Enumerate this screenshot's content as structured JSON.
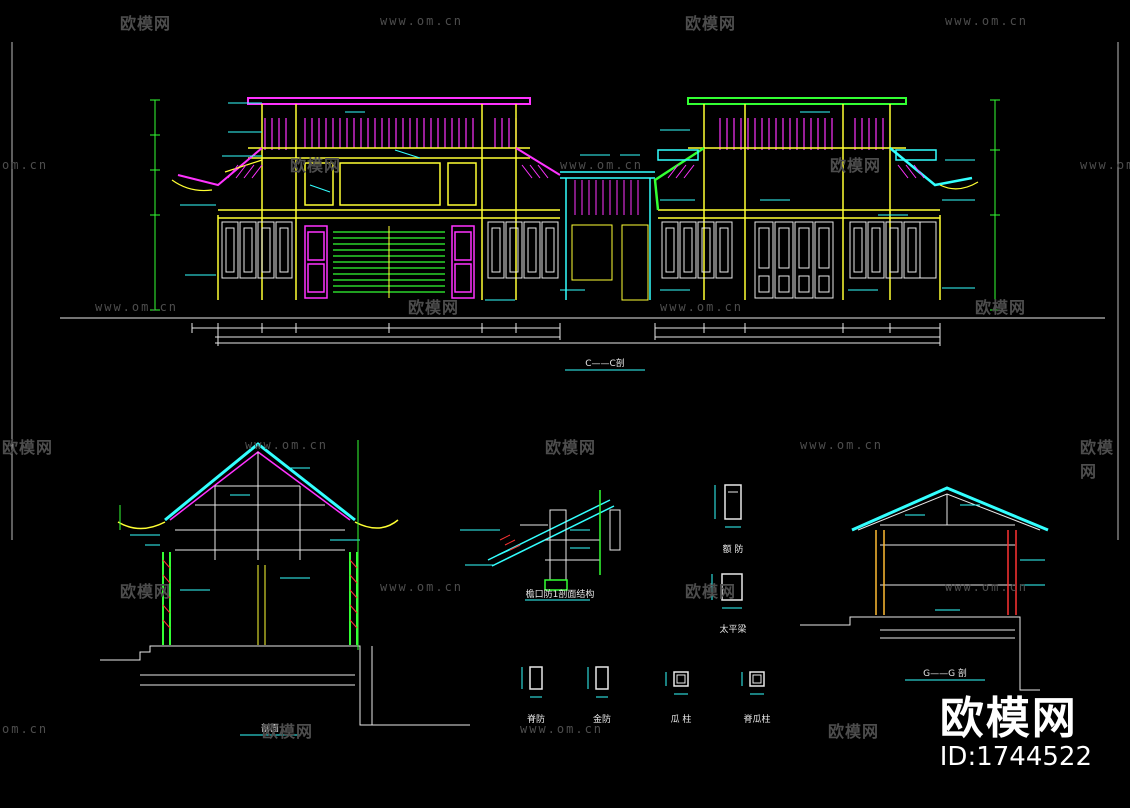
{
  "watermark": {
    "brand": "欧模网",
    "url": "www.om.cn",
    "url_short": "om.cn"
  },
  "brand": {
    "name": "欧模网",
    "id": "ID:1744522"
  },
  "drawing_titles": {
    "section_cc": "C——C剖",
    "section_gg": "G——G 剖",
    "section_side": "剖面",
    "detail_eave": "檐口防1剖面结构",
    "part_e_fang": "额 防",
    "part_taiping": "太平梁",
    "part_ji_fang": "脊防",
    "part_jin_fang": "金防",
    "part_gua_zhu": "瓜 柱",
    "part_ji_gua_zhu": "脊瓜柱"
  },
  "colors": {
    "magenta": "#ff33ff",
    "cyan": "#33ffff",
    "green": "#33ff33",
    "yellow": "#ffff33",
    "white": "#e8e8e8",
    "red": "#ff3333",
    "blue": "#4488ff",
    "orange": "#ffbb33"
  }
}
